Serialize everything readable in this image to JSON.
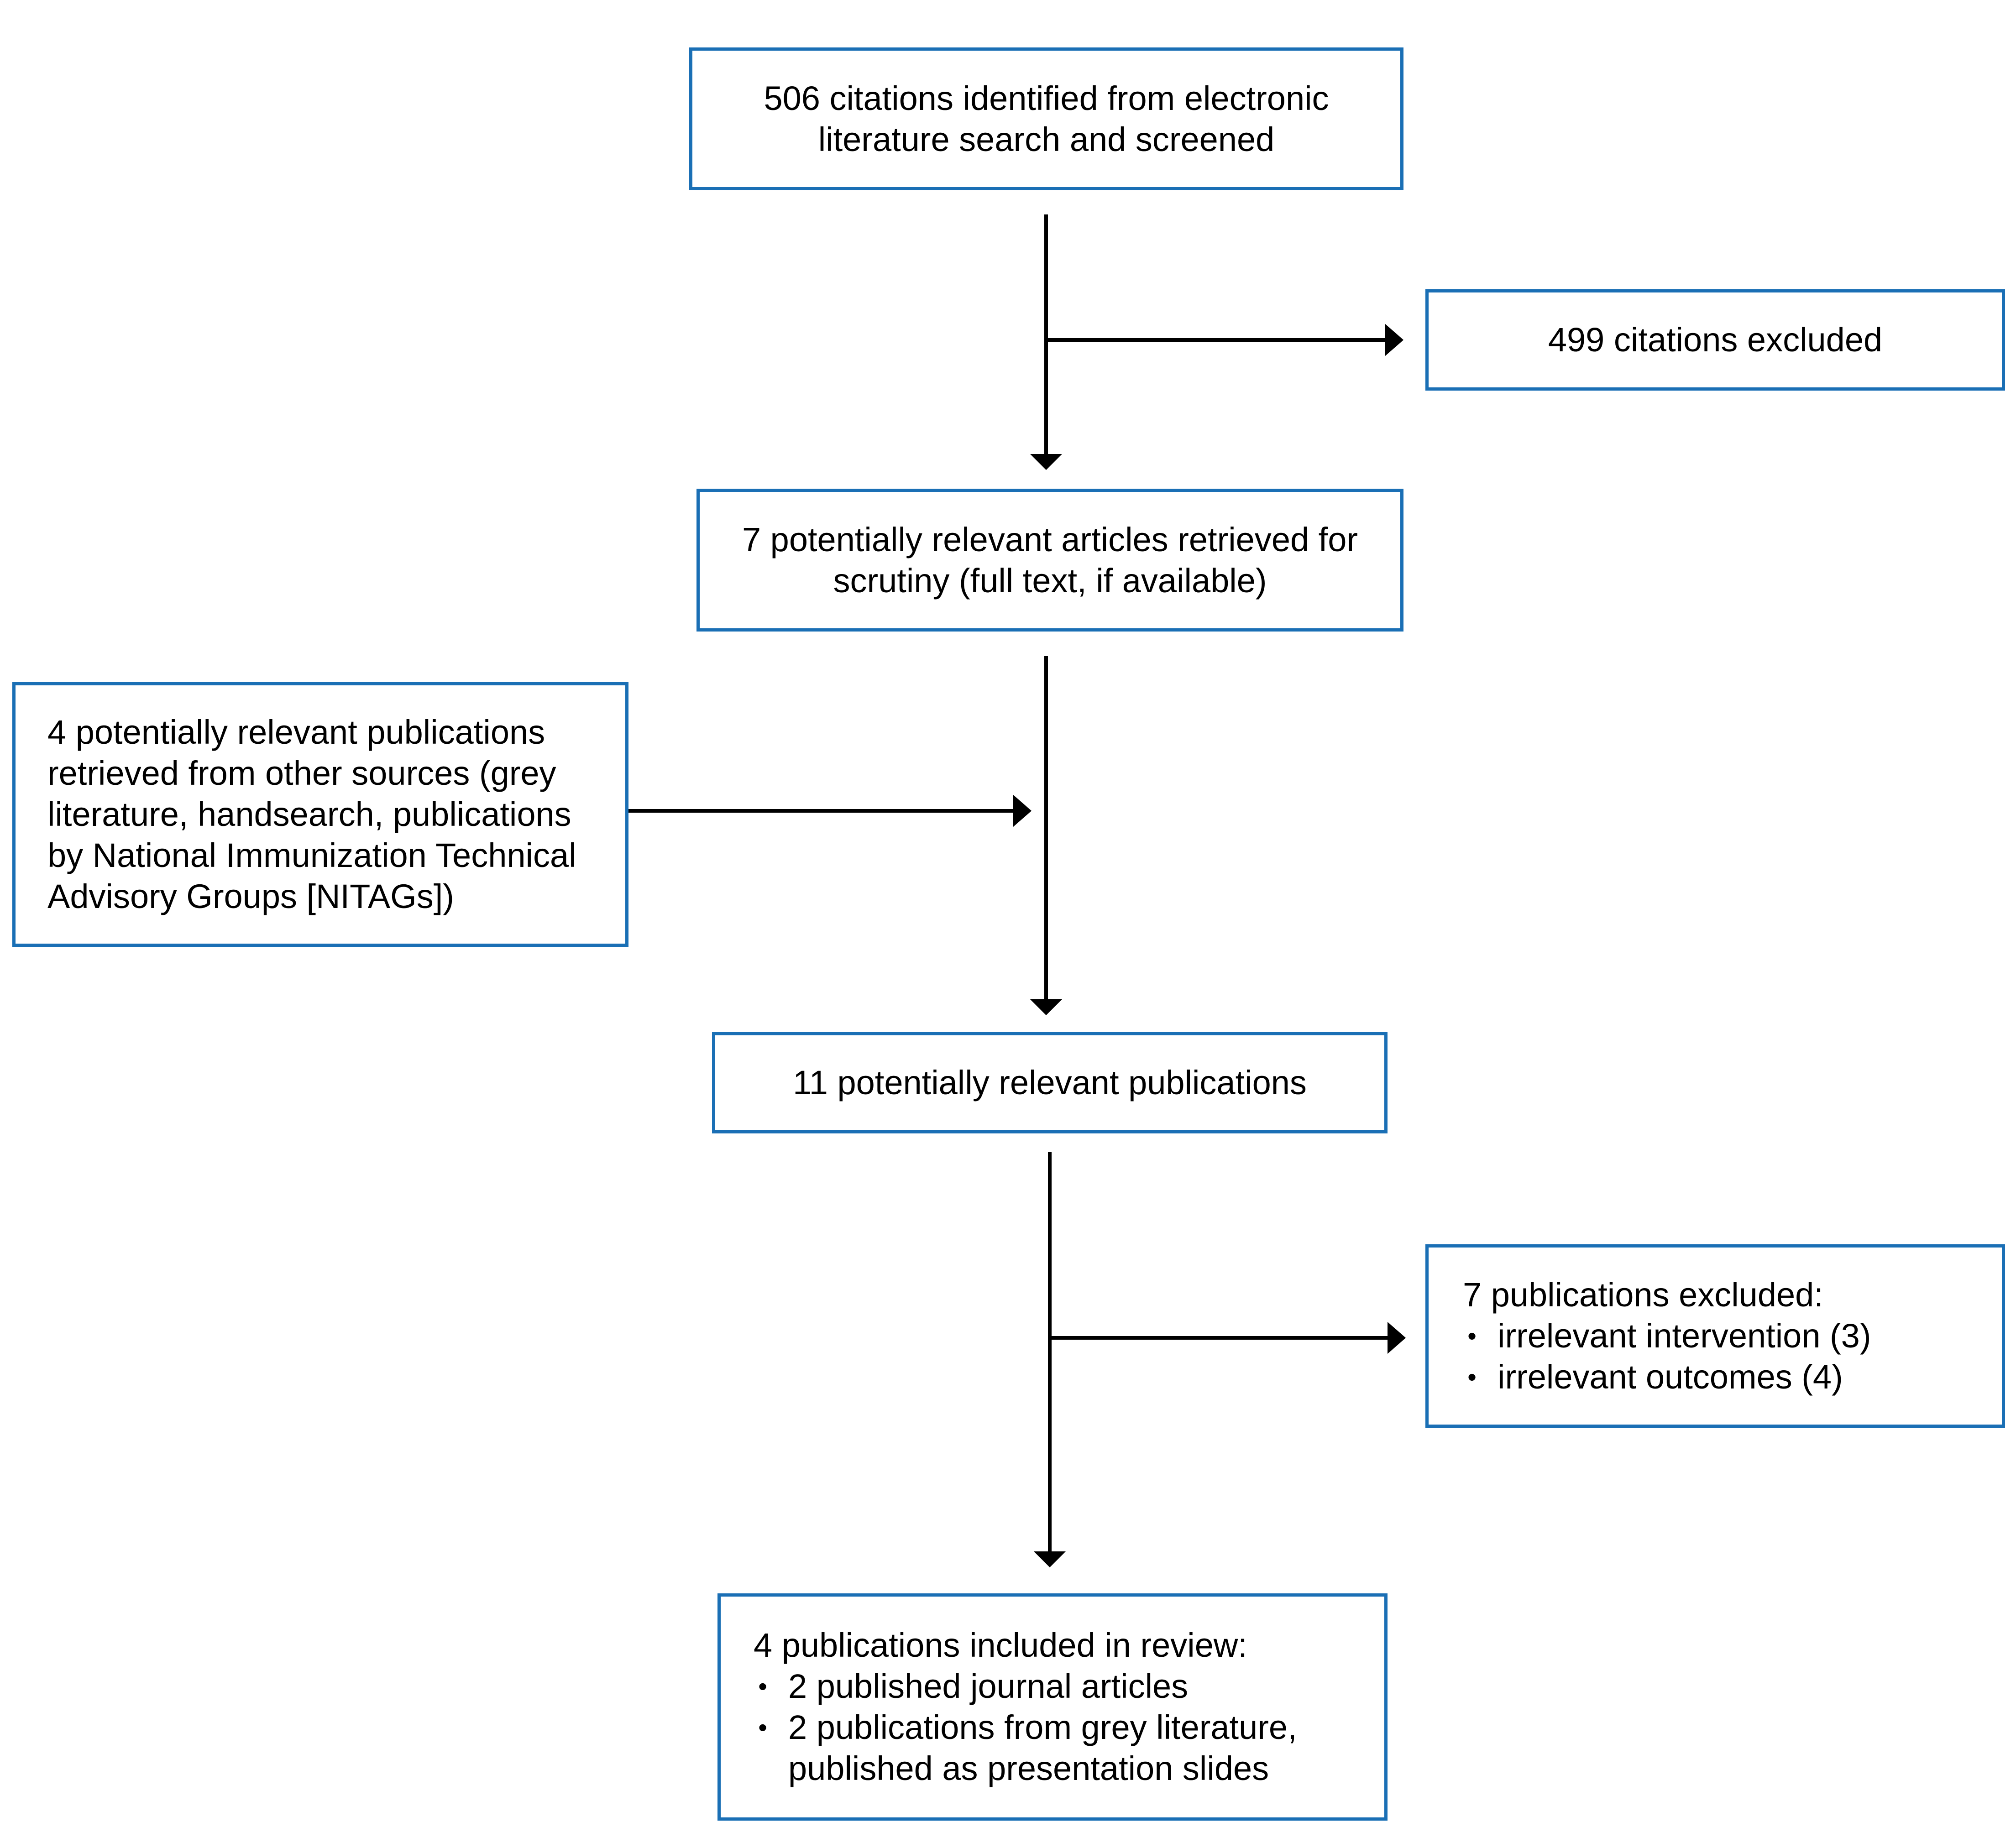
{
  "boxes": {
    "search": {
      "lines": [
        "506 citations identified from electronic",
        "literature search and screened"
      ]
    },
    "excluded_citations": {
      "lines": [
        "499 citations excluded"
      ]
    },
    "retrieved": {
      "lines": [
        "7 potentially relevant articles retrieved for",
        "scrutiny (full text, if available)"
      ]
    },
    "other_sources": {
      "lines": [
        "4 potentially relevant publications",
        "retrieved from other sources (grey",
        "literature, handsearch, publications",
        "by National Immunization Technical",
        "Advisory Groups [NITAGs])"
      ]
    },
    "potentially_relevant": {
      "lines": [
        "11 potentially relevant publications"
      ]
    },
    "excluded_publications": {
      "heading": "7 publications excluded:",
      "bullets": [
        "irrelevant intervention (3)",
        "irrelevant outcomes (4)"
      ]
    },
    "included": {
      "heading": "4 publications included in review:",
      "bullets": [
        [
          "2 published journal articles"
        ],
        [
          "2 publications from grey literature,",
          "published as presentation slides"
        ]
      ]
    }
  },
  "bullet_symbol": "•",
  "colors": {
    "box_border": "#1a6fb5",
    "arrow": "#000000"
  }
}
